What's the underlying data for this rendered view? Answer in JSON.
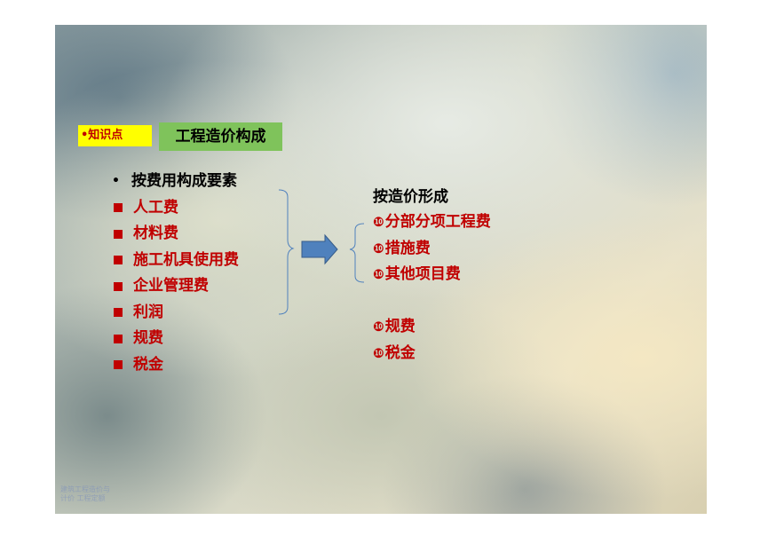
{
  "tag": {
    "label": "•知识点"
  },
  "title": {
    "text": "工程造价构成"
  },
  "left_list": {
    "heading_bullet": "•",
    "heading": "按费用构成要素",
    "items": [
      "人工费",
      "材料费",
      "施工机具使用费",
      "企业管理费",
      "利润",
      "规费",
      "税金"
    ]
  },
  "right_list": {
    "heading": "按造价形成",
    "marker": "❿",
    "group_items": [
      "分部分项工程费",
      "措施费",
      "其他项目费"
    ],
    "extra_items": [
      "规费",
      "税金"
    ]
  },
  "footer": {
    "line1": "建筑工程造价与",
    "line2": "计价  工程定额"
  },
  "colors": {
    "accent_red": "#c00000",
    "tag_bg": "#ffff00",
    "title_bg": "#7fc35b",
    "arrow_fill": "#4f81bd",
    "brace": "#4f81bd"
  },
  "icons": {
    "bullet_square": "square-bullet-icon",
    "arrow": "right-arrow-icon",
    "marker": "circled-ten-icon"
  }
}
